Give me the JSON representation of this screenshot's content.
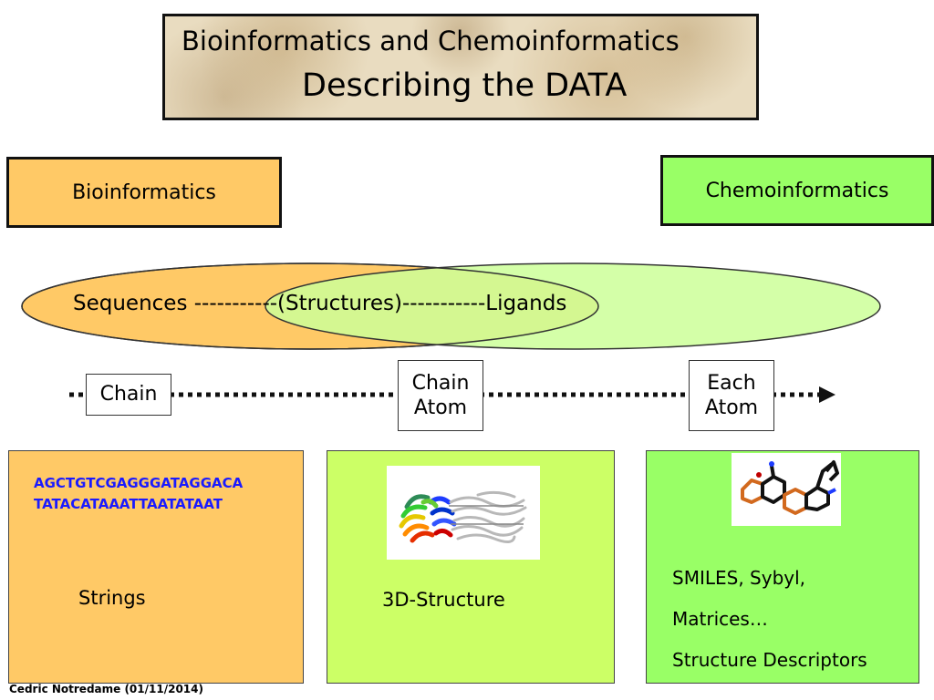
{
  "title": {
    "line1": "Bioinformatics and Chemoinformatics",
    "line2": "Describing the DATA"
  },
  "categories": {
    "left": "Bioinformatics",
    "right": "Chemoinformatics"
  },
  "overlap_line": "Sequences -----------(Structures)-----------Ligands",
  "levels": {
    "chain": "Chain",
    "chain_atom": [
      "Chain",
      "Atom"
    ],
    "each_atom": [
      "Each",
      "Atom"
    ]
  },
  "panels": {
    "strings": {
      "sequence_lines": [
        "AGCTGTCGAGGGATAGGACA",
        "TATACATAAATTAATATAAT"
      ],
      "label": "Strings"
    },
    "structure": {
      "label": "3D-Structure"
    },
    "chem": {
      "lines": [
        "SMILES, Sybyl,",
        "Matrices…",
        "Structure Descriptors"
      ]
    }
  },
  "credit": "Cedric Notredame (01/11/2014)",
  "colors": {
    "bio_orange": "#ffc966",
    "chemo_green": "#99ff66",
    "structure_green": "#ccff66",
    "dna_blue": "#1a1aff"
  }
}
